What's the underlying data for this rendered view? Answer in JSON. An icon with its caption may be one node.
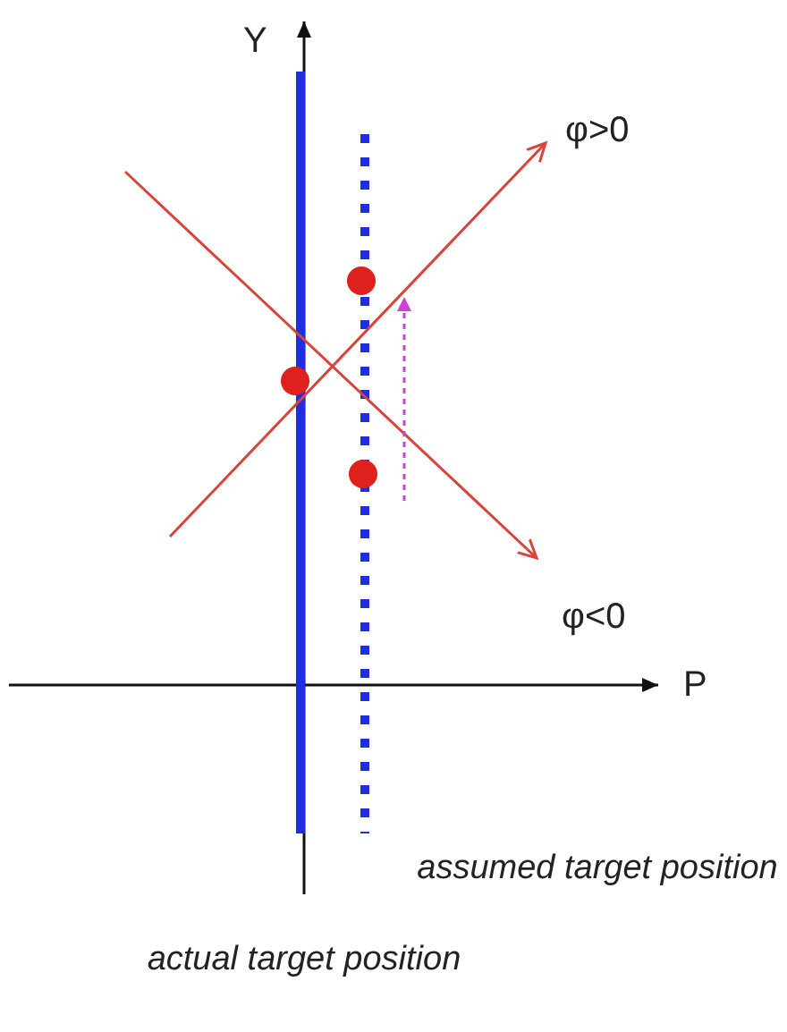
{
  "diagram": {
    "labels": [
      "Y",
      "φ>0",
      "φ<0",
      "P",
      "assumed target position",
      "actual target position"
    ]
  }
}
